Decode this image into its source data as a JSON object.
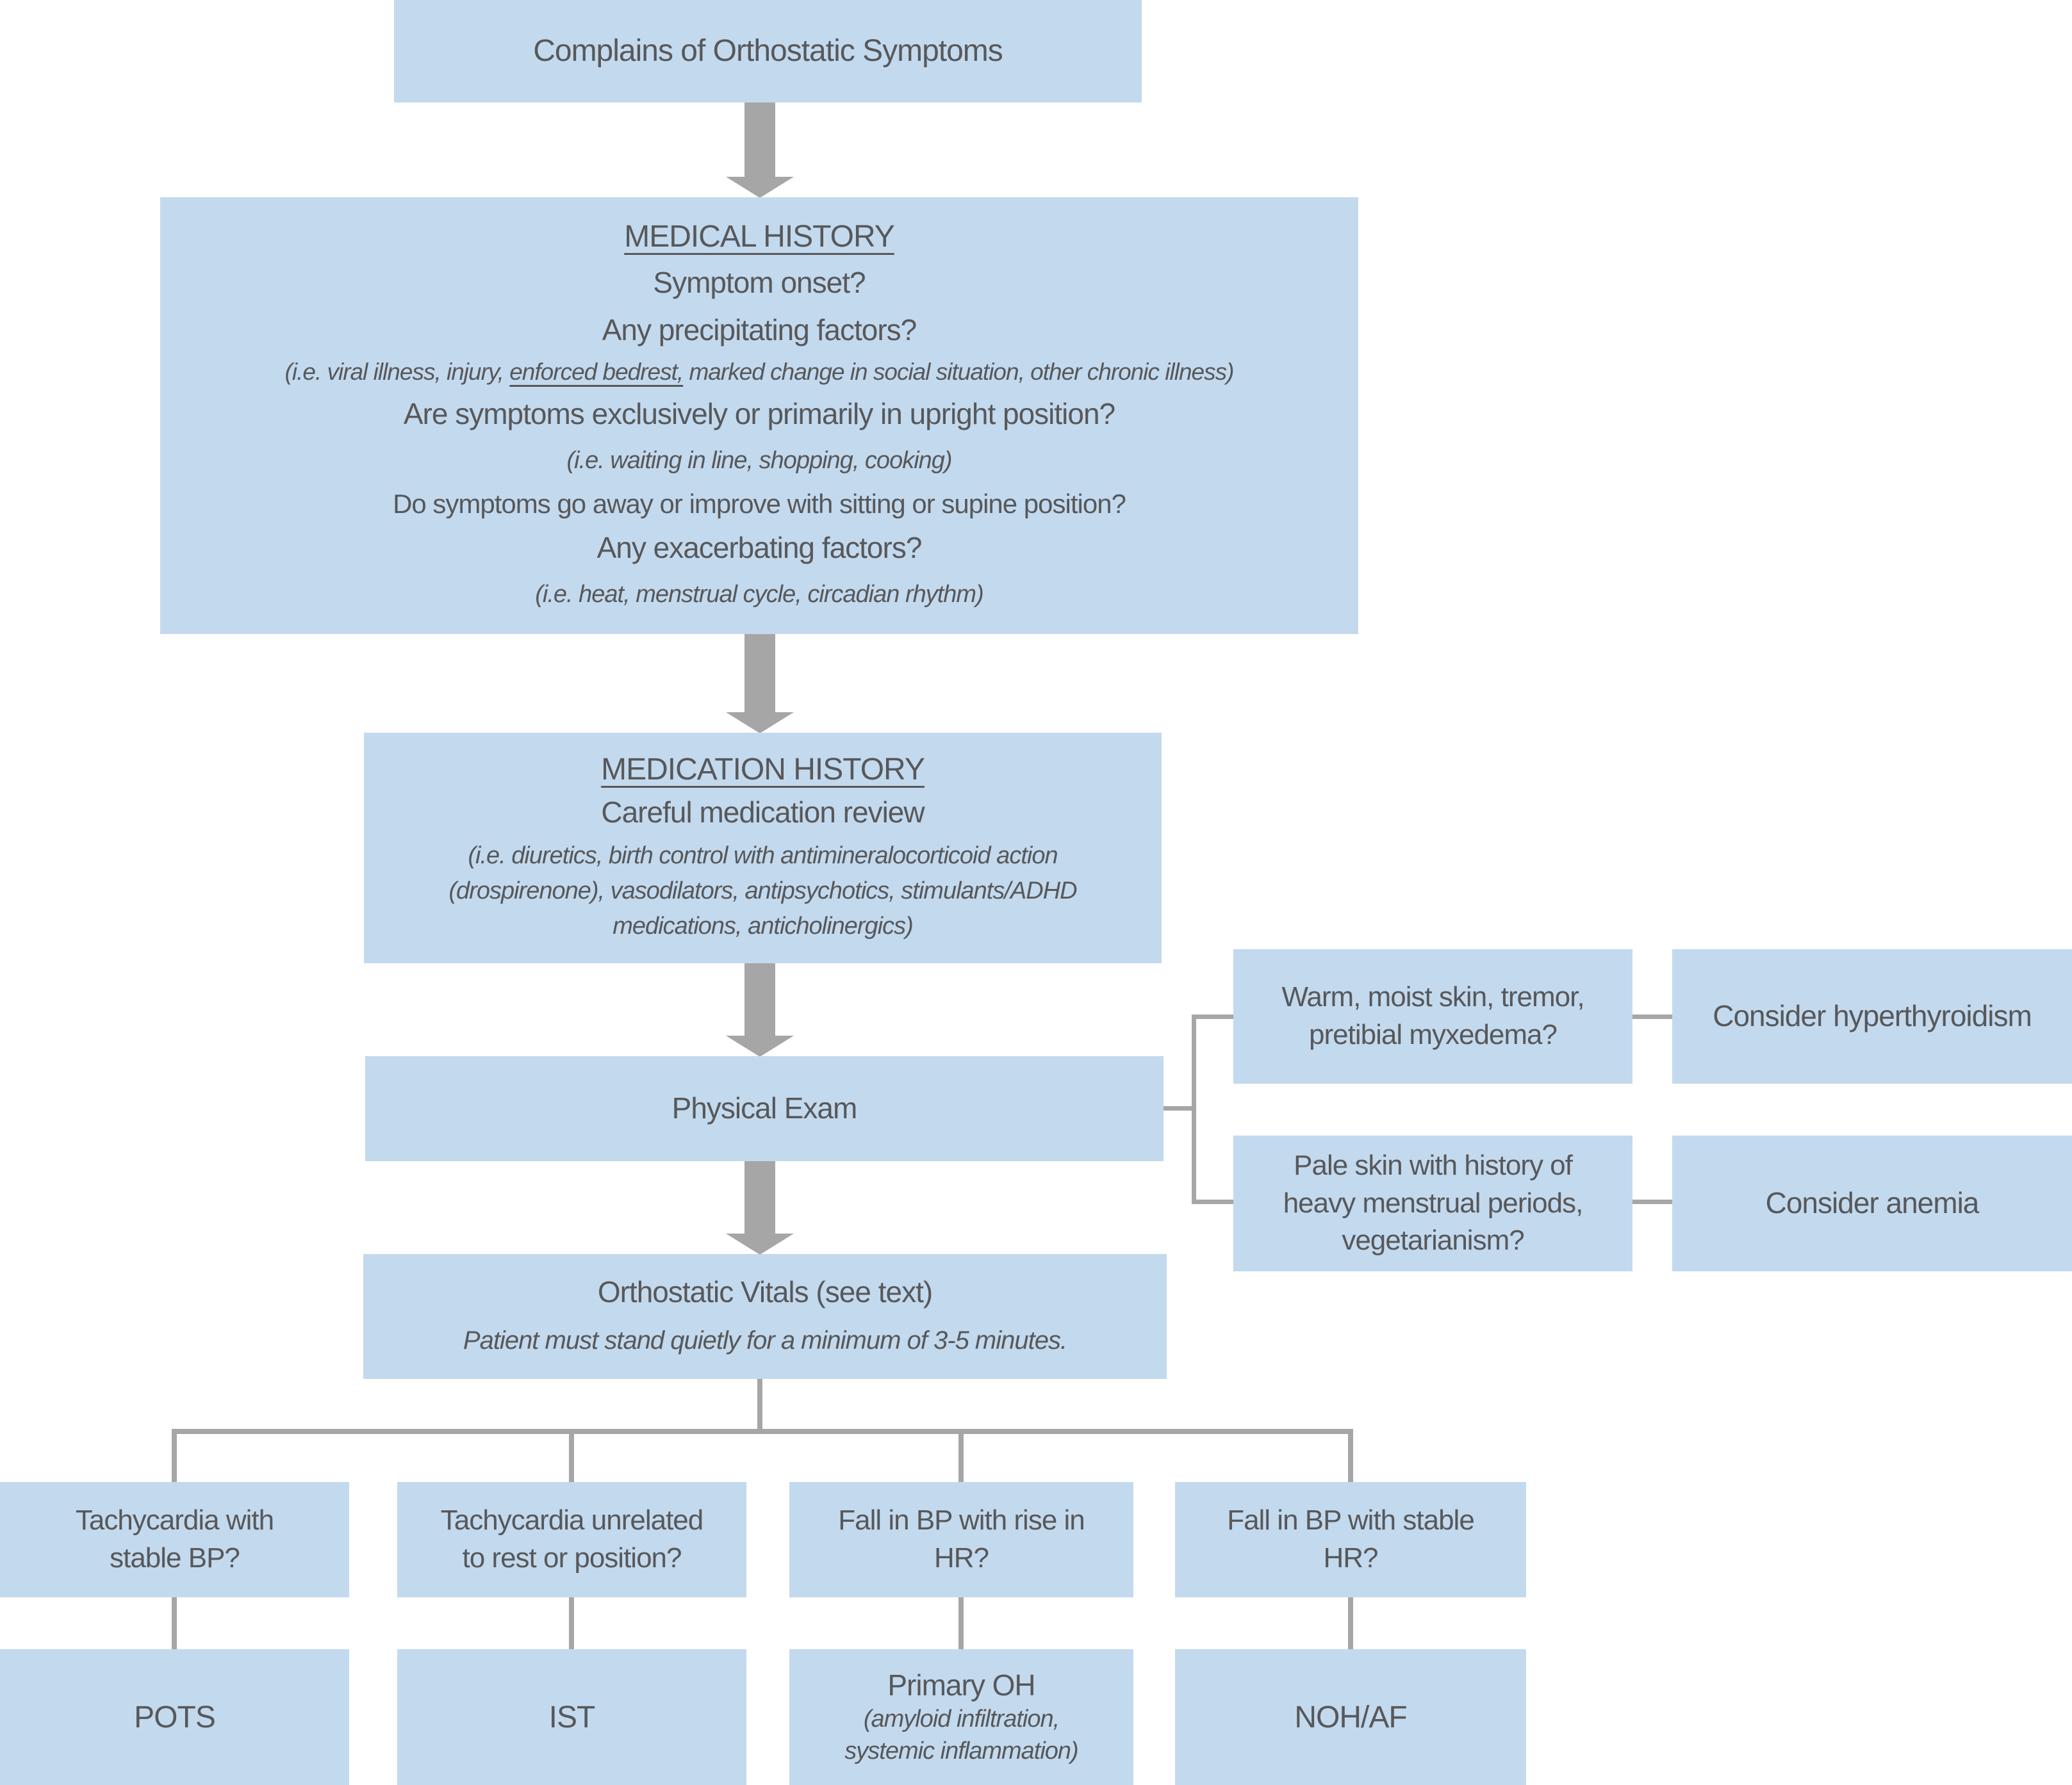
{
  "colors": {
    "box_fill": "#c3d9ee",
    "text": "#57585a",
    "connector": "#a6a6a6"
  },
  "flowchart": {
    "top_box": "Complains of Orthostatic Symptoms",
    "medical_history": {
      "title": "MEDICAL HISTORY",
      "symptom_onset": "Symptom onset?",
      "precipitating": "Any precipitating factors?",
      "precipitating_example": {
        "pre": "(i.e. viral illness, injury, ",
        "underlined": "enforced bedrest,",
        "post": " marked change in social situation, other chronic illness)"
      },
      "upright": "Are symptoms exclusively or primarily in upright position?",
      "upright_example": "(i.e. waiting in line, shopping, cooking)",
      "improve": "Do symptoms go away or improve with sitting or supine position?",
      "exacerbating": "Any exacerbating factors?",
      "exacerbating_example": "(i.e. heat, menstrual cycle, circadian rhythm)"
    },
    "medication_history": {
      "title": "MEDICATION HISTORY",
      "review": "Careful medication review",
      "example_lines": [
        "(i.e. diuretics, birth control with antimineralocorticoid action",
        "(drospirenone), vasodilators, antipsychotics, stimulants/ADHD",
        "medications, anticholinergics)"
      ]
    },
    "physical_exam": "Physical Exam",
    "findings": [
      {
        "sign_lines": [
          "Warm, moist skin, tremor,",
          "pretibial myxedema?"
        ],
        "conclusion": "Consider hyperthyroidism"
      },
      {
        "sign_lines": [
          "Pale skin with history of",
          "heavy menstrual periods,",
          "vegetarianism?"
        ],
        "conclusion": "Consider anemia"
      }
    ],
    "orthostatic_vitals": {
      "title": "Orthostatic Vitals (see text)",
      "note": "Patient must stand quietly for a minimum of 3-5 minutes."
    },
    "outcomes": [
      {
        "question_lines": [
          "Tachycardia with",
          "stable BP?"
        ],
        "diagnosis": "POTS"
      },
      {
        "question_lines": [
          "Tachycardia unrelated",
          "to rest or position?"
        ],
        "diagnosis": "IST"
      },
      {
        "question_lines": [
          "Fall in BP with rise in",
          "HR?"
        ],
        "diagnosis": "Primary OH",
        "diagnosis_note_lines": [
          "(amyloid infiltration,",
          "systemic inflammation)"
        ]
      },
      {
        "question_lines": [
          "Fall in BP with stable",
          "HR?"
        ],
        "diagnosis": "NOH/AF"
      }
    ]
  }
}
